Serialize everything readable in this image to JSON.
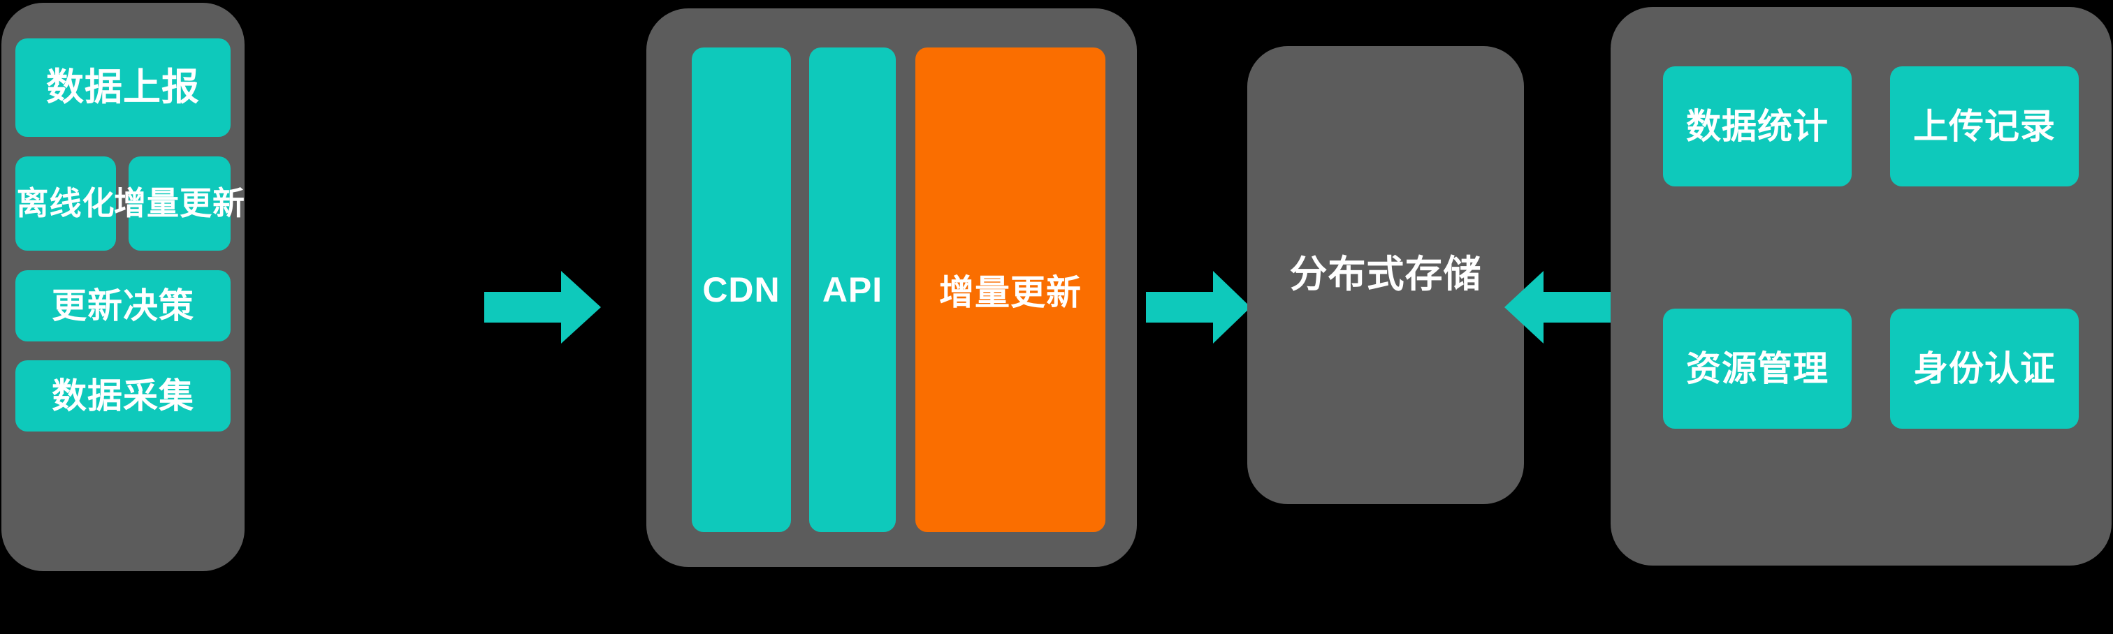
{
  "diagram": {
    "background_color": "#000000",
    "group_color": "#5c5c5c",
    "primary_color": "#0ec9bb",
    "accent_color": "#fa6e00",
    "text_color": "#ffffff"
  },
  "groups": [
    {
      "name": "client-group",
      "items": [
        {
          "label": "数据上报",
          "color": "#0ec9bb"
        },
        {
          "label": "离线化",
          "color": "#0ec9bb"
        },
        {
          "label": "增量更新",
          "color": "#0ec9bb"
        },
        {
          "label": "更新决策",
          "color": "#0ec9bb"
        },
        {
          "label": "数据采集",
          "color": "#0ec9bb"
        }
      ]
    },
    {
      "name": "service-group",
      "items": [
        {
          "label": "CDN",
          "color": "#0ec9bb"
        },
        {
          "label": "API",
          "color": "#0ec9bb"
        },
        {
          "label": "增量更新",
          "color": "#fa6e00"
        }
      ]
    },
    {
      "name": "storage-node",
      "items": [
        {
          "label": "分布式存储",
          "color": "#5c5c5c"
        }
      ]
    },
    {
      "name": "management-group",
      "items": [
        {
          "label": "数据统计",
          "color": "#0ec9bb"
        },
        {
          "label": "上传记录",
          "color": "#0ec9bb"
        },
        {
          "label": "资源管理",
          "color": "#0ec9bb"
        },
        {
          "label": "身份认证",
          "color": "#0ec9bb"
        }
      ]
    }
  ],
  "connectors": [
    {
      "name": "client-to-service",
      "direction": "right",
      "color": "#0ec9bb"
    },
    {
      "name": "service-to-storage",
      "direction": "right",
      "color": "#0ec9bb"
    },
    {
      "name": "management-to-storage",
      "direction": "left",
      "color": "#0ec9bb"
    }
  ]
}
